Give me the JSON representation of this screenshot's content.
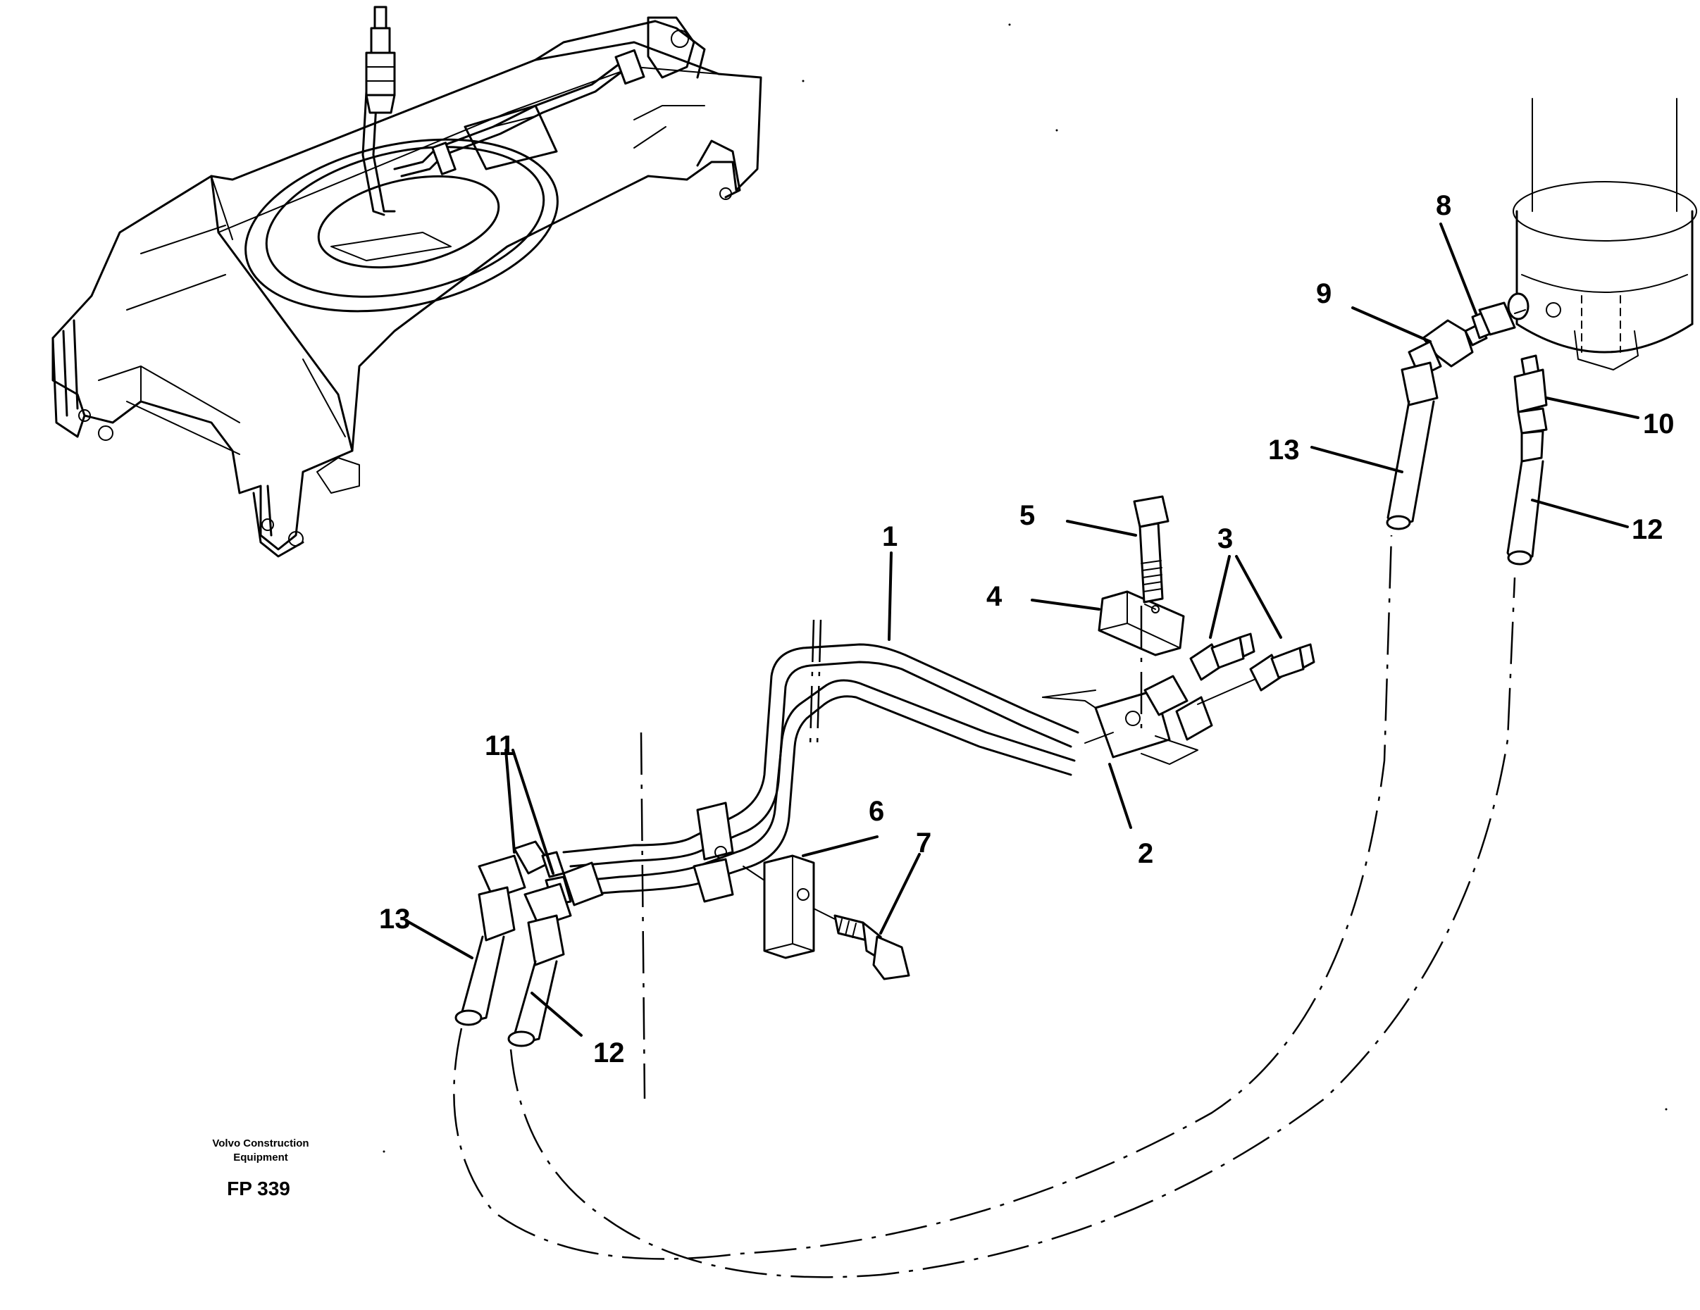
{
  "diagram": {
    "part_labels": [
      {
        "id": "1",
        "text": "1"
      },
      {
        "id": "2",
        "text": "2"
      },
      {
        "id": "3",
        "text": "3"
      },
      {
        "id": "4",
        "text": "4"
      },
      {
        "id": "5",
        "text": "5"
      },
      {
        "id": "6",
        "text": "6"
      },
      {
        "id": "7",
        "text": "7"
      },
      {
        "id": "8",
        "text": "8"
      },
      {
        "id": "9",
        "text": "9"
      },
      {
        "id": "10",
        "text": "10"
      },
      {
        "id": "11",
        "text": "11"
      },
      {
        "id": "12a",
        "text": "12"
      },
      {
        "id": "12b",
        "text": "12"
      },
      {
        "id": "13a",
        "text": "13"
      },
      {
        "id": "13b",
        "text": "13"
      }
    ],
    "logo": {
      "line1": "Volvo Construction",
      "line2": "Equipment",
      "code": "FP 339"
    }
  }
}
